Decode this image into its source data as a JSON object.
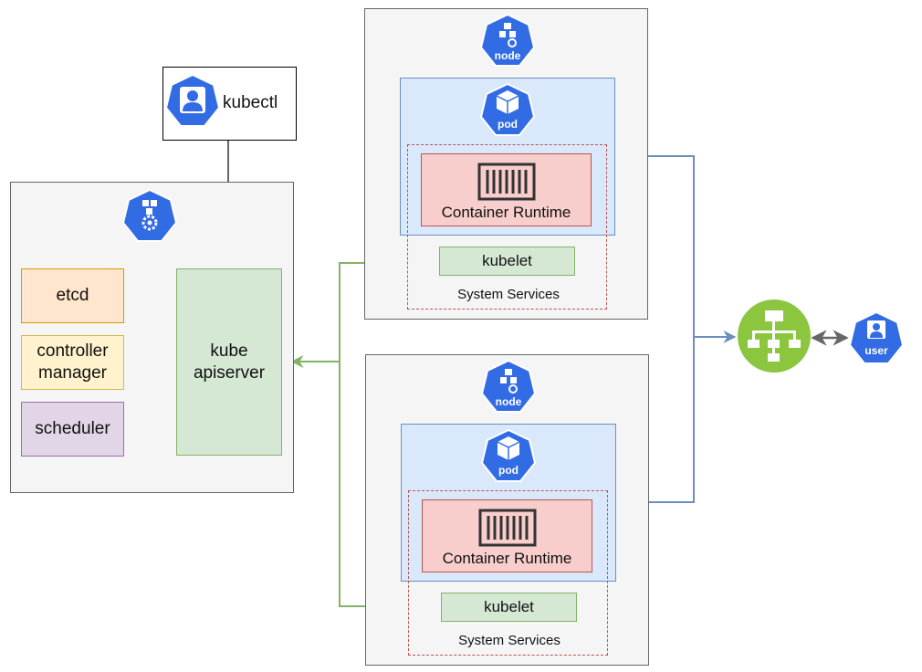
{
  "kubectl": {
    "label": "kubectl",
    "icon": "user-icon"
  },
  "control_plane": {
    "icon": "control-plane-icon",
    "components": [
      {
        "label": "etcd",
        "fill": "#ffe6cc",
        "stroke": "#d79b00"
      },
      {
        "label": "controller manager",
        "fill": "#fff2cc",
        "stroke": "#d6b656"
      },
      {
        "label": "scheduler",
        "fill": "#e1d5e7",
        "stroke": "#9673a6"
      }
    ],
    "apiserver": {
      "label": "kube apiserver"
    }
  },
  "nodes": [
    {
      "node_badge": "node",
      "pod_badge": "pod",
      "container_runtime": "Container Runtime",
      "kubelet": "kubelet",
      "system_services": "System Services"
    },
    {
      "node_badge": "node",
      "pod_badge": "pod",
      "container_runtime": "Container Runtime",
      "kubelet": "kubelet",
      "system_services": "System Services"
    }
  ],
  "load_balancer": {
    "icon": "load-balancer-icon"
  },
  "user": {
    "badge": "user",
    "icon": "user-icon"
  },
  "colors": {
    "k8s_blue": "#326ce5",
    "green_connector": "#82b366",
    "blue_connector": "#6c8ebf",
    "gray_arrow": "#666666",
    "lb_green": "#8cc63f"
  }
}
